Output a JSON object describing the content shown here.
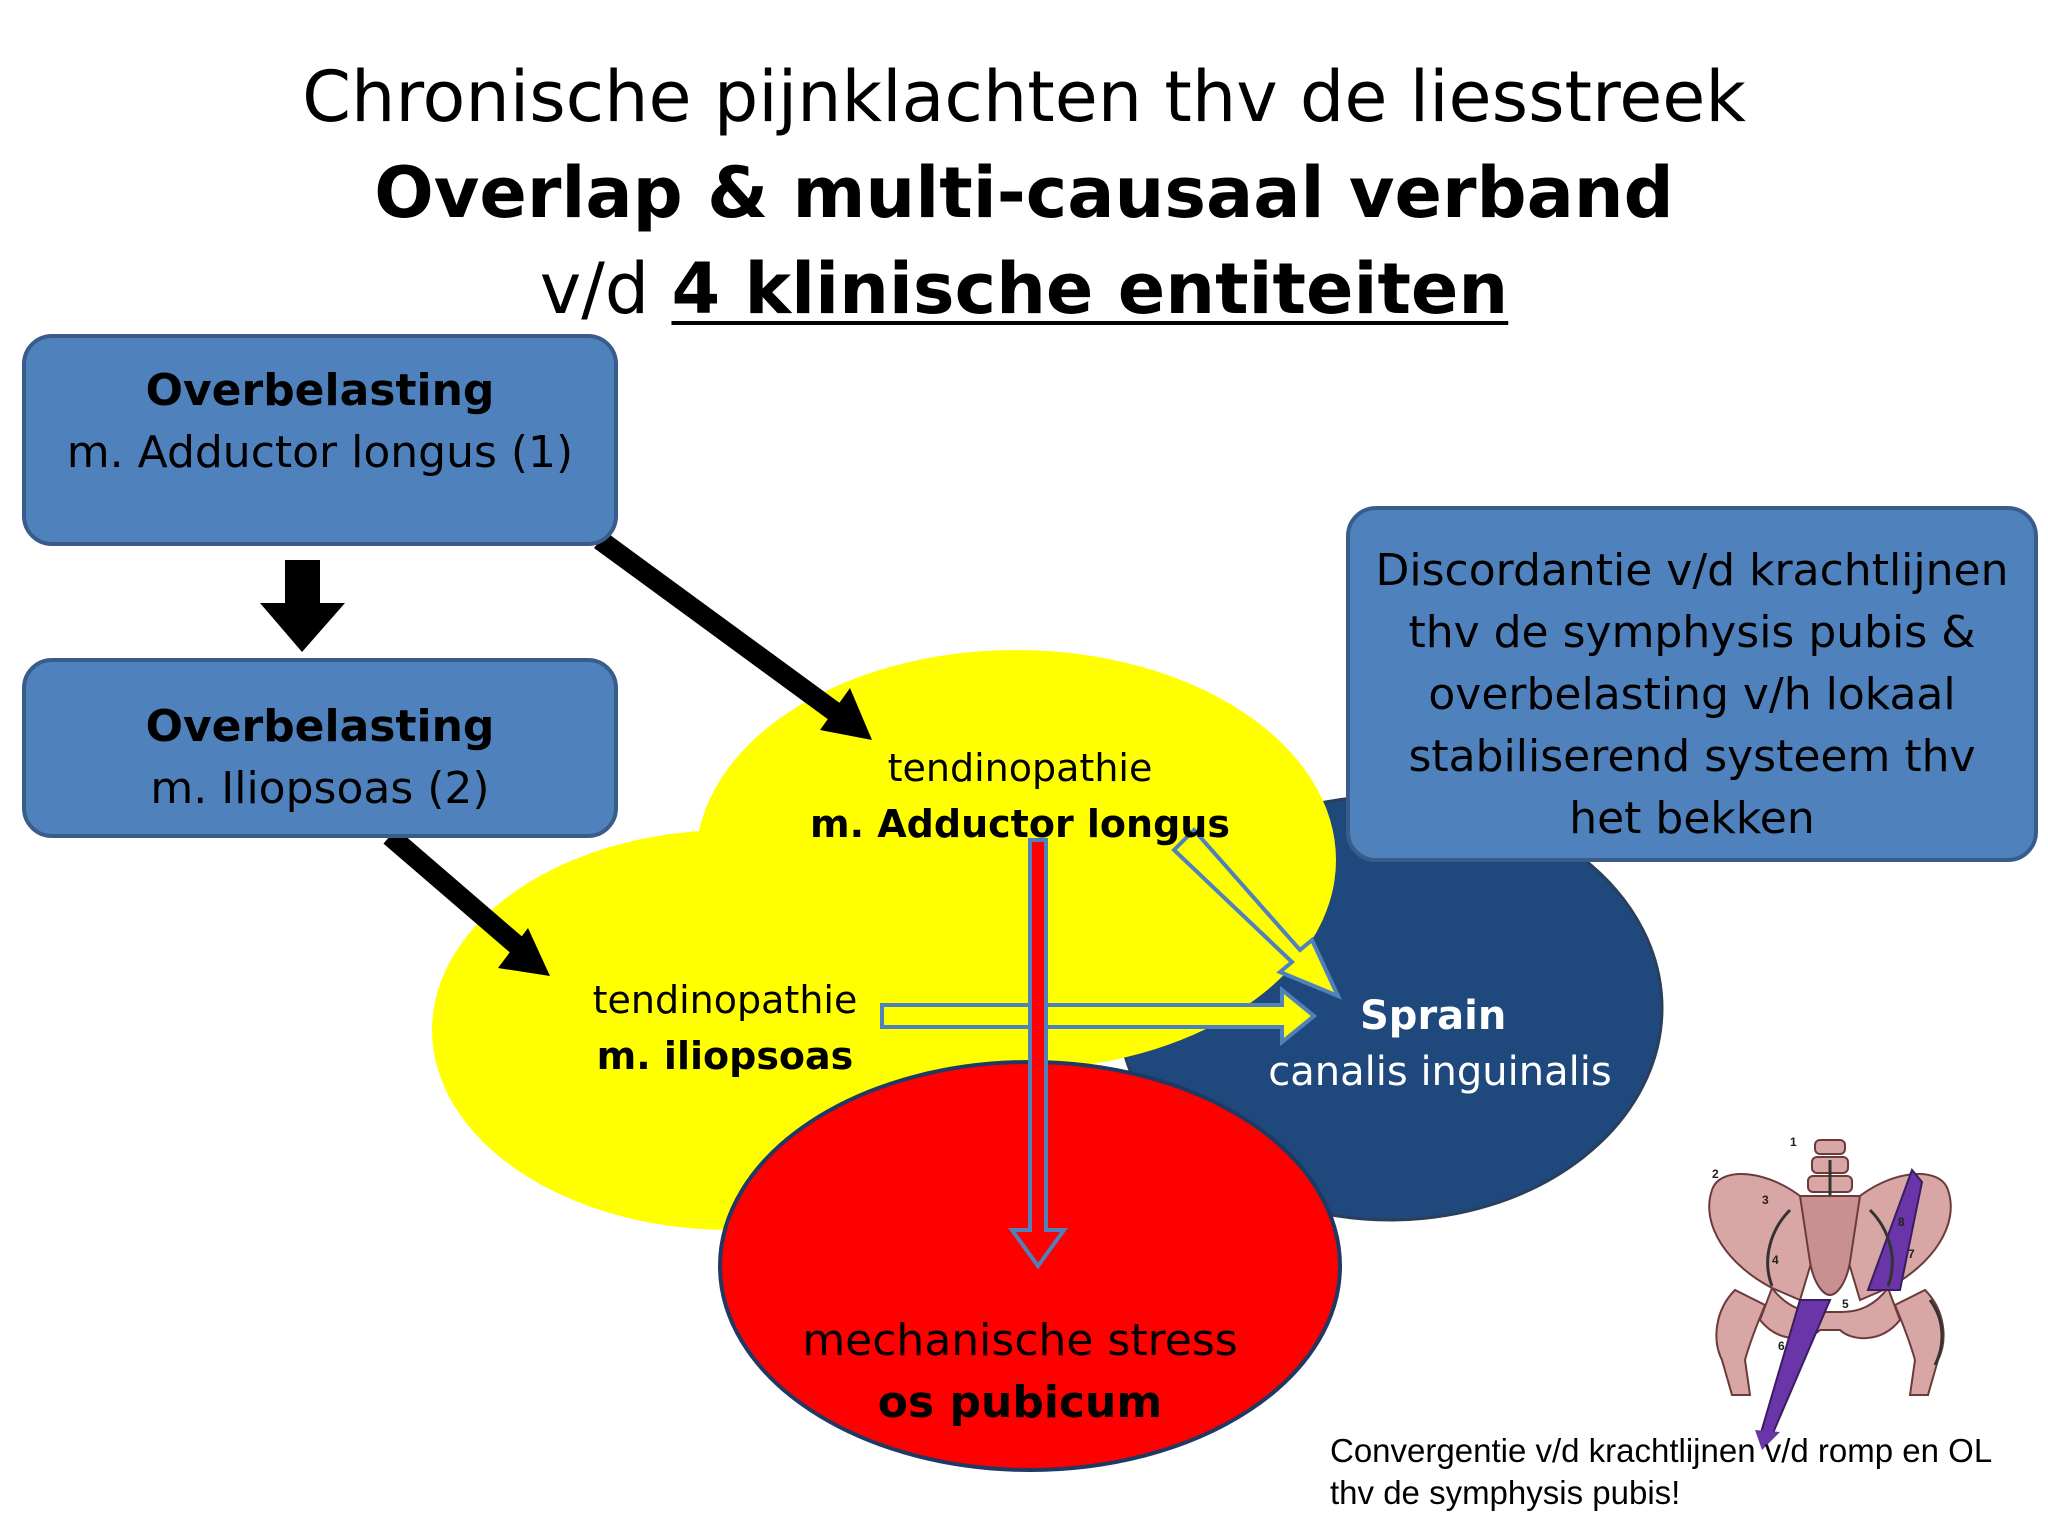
{
  "title": {
    "line1": "Chronische pijnklachten thv de liesstreek",
    "line2": "Overlap & multi-causaal verband",
    "line3_prefix": "v/d ",
    "line3_underlined": "4 klinische entiteiten"
  },
  "boxes": {
    "adductor_overload": {
      "bold": "Overbelasting",
      "text": "m. Adductor longus (1)"
    },
    "iliopsoas_overload": {
      "bold": "Overbelasting",
      "text": "m. Iliopsoas (2)"
    },
    "discordance": {
      "lines": [
        "Discordantie v/d krachtlijnen",
        "thv de symphysis pubis &",
        "overbelasting v/h lokaal",
        "stabiliserend systeem  thv",
        "het bekken"
      ]
    }
  },
  "entities": {
    "adductor": {
      "text": "tendinopathie",
      "bold": "m. Adductor longus"
    },
    "iliopsoas": {
      "text": "tendinopathie",
      "bold": "m. iliopsoas"
    },
    "sprain": {
      "bold": "Sprain",
      "text": "canalis inguinalis"
    },
    "pubic": {
      "text": "mechanische stress",
      "bold": "os pubicum"
    }
  },
  "pelvis_figure": {
    "numbers": [
      "1",
      "2",
      "3",
      "4",
      "5",
      "6",
      "7",
      "8"
    ]
  },
  "caption": {
    "line1": "Convergentie v/d krachtlijnen v/d romp en OL",
    "line2": "thv de symphysis pubis!"
  },
  "colors": {
    "box_fill": "#4f81bd",
    "box_border": "#385d8a",
    "yellow": "#ffff00",
    "navy": "#1f497d",
    "red": "#ff0000",
    "pelvis": "#d9a6a6",
    "force_line": "#6a35a8"
  }
}
